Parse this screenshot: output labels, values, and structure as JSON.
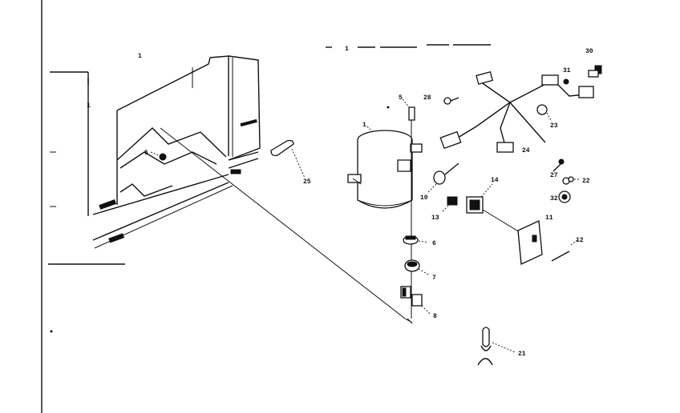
{
  "labels": {
    "l1a": "1",
    "l1b": "1",
    "l1c": "1",
    "l1d": "1",
    "l5a": "5",
    "l5b": "5",
    "l6": "6",
    "l7": "7",
    "l8": "8",
    "l10": "10",
    "l11": "11",
    "l12": "12",
    "l13": "13",
    "l14": "14",
    "l21": "21",
    "l22": "22",
    "l23": "23",
    "l24": "24",
    "l25": "25",
    "l27": "27",
    "l28": "28",
    "l30": "30",
    "l31": "31",
    "l32": "32"
  },
  "icons": {
    "compressor": "compressor-icon",
    "cabinet": "refrigerator-cabinet-icon",
    "harness": "wire-harness-icon",
    "relay": "relay-box-icon",
    "bolt": "bolt-icon"
  }
}
